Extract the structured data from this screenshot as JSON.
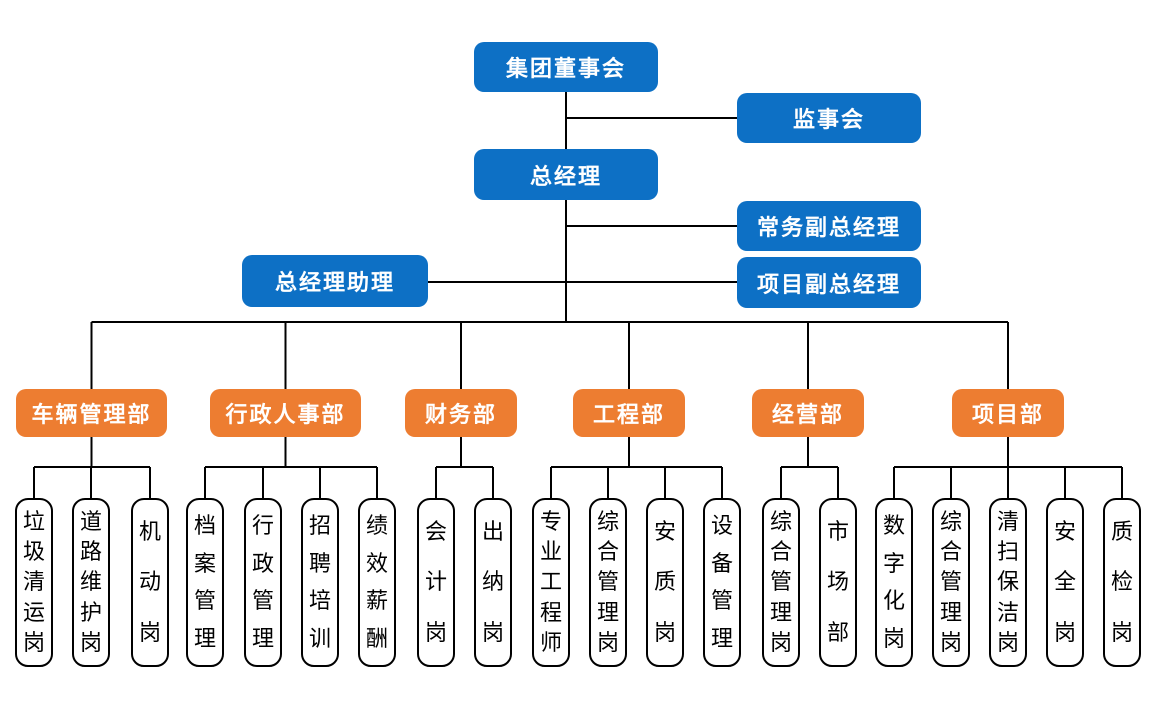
{
  "executives": {
    "board": "集团董事会",
    "supervisory_board": "监事会",
    "general_manager": "总经理",
    "executive_deputy_gm": "常务副总经理",
    "gm_assistant": "总经理助理",
    "project_deputy_gm": "项目副总经理"
  },
  "departments": [
    {
      "label": "车辆管理部",
      "positions": [
        "垃圾清运岗",
        "道路维护岗",
        "机动岗"
      ]
    },
    {
      "label": "行政人事部",
      "positions": [
        "档案管理",
        "行政管理",
        "招聘培训",
        "绩效薪酬"
      ]
    },
    {
      "label": "财务部",
      "positions": [
        "会计岗",
        "出纳岗"
      ]
    },
    {
      "label": "工程部",
      "positions": [
        "专业工程师",
        "综合管理岗",
        "安质岗",
        "设备管理"
      ]
    },
    {
      "label": "经营部",
      "positions": [
        "综合管理岗",
        "市场部"
      ]
    },
    {
      "label": "项目部",
      "positions": [
        "数字化岗",
        "综合管理岗",
        "清扫保洁岗",
        "安全岗",
        "质检岗"
      ]
    }
  ],
  "colors": {
    "executive_box": "#0d70c5",
    "department_box": "#ed7d31",
    "position_box_border": "#000000",
    "connector": "#000000",
    "box_text": "#ffffff",
    "position_text": "#000000"
  }
}
